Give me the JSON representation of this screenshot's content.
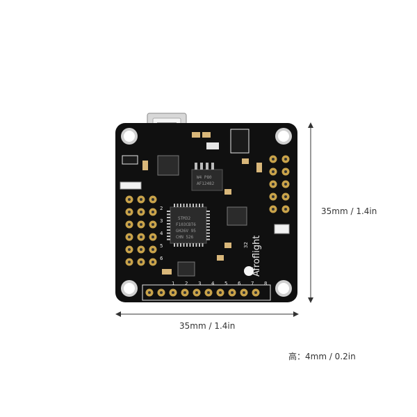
{
  "dimensions": {
    "width_label": "35mm / 1.4in",
    "height_label": "35mm / 1.4in",
    "thickness_label": "高：4mm / 0.2in"
  },
  "board": {
    "brand_text": "Afroflight",
    "version_text": "32",
    "mcu_text_lines": [
      "STM32",
      "F103CBT6",
      "GH26V 95",
      "CHN 526"
    ],
    "chip2_text_lines": [
      "W4 P80",
      "AF12482"
    ],
    "pin_numbers": [
      "1",
      "2",
      "3",
      "4",
      "5",
      "6",
      "7",
      "8"
    ],
    "side_numbers": [
      "2",
      "3",
      "4",
      "5",
      "6"
    ]
  },
  "colors": {
    "board": "#101010",
    "pad": "#c9a34a",
    "chip": "#2b2b2b",
    "silkscreen": "#e6e6e6",
    "led": "#f2f2f2"
  }
}
